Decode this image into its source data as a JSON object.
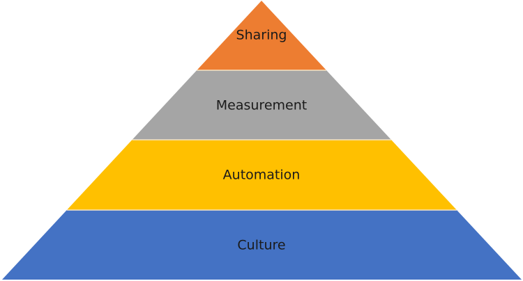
{
  "diagram": {
    "type": "pyramid",
    "layers": [
      {
        "label": "Sharing",
        "color": "#ED7D31"
      },
      {
        "label": "Measurement",
        "color": "#A5A5A5"
      },
      {
        "label": "Automation",
        "color": "#FFC000"
      },
      {
        "label": "Culture",
        "color": "#4472C4"
      }
    ],
    "separator_color": "#F4E3C6"
  }
}
